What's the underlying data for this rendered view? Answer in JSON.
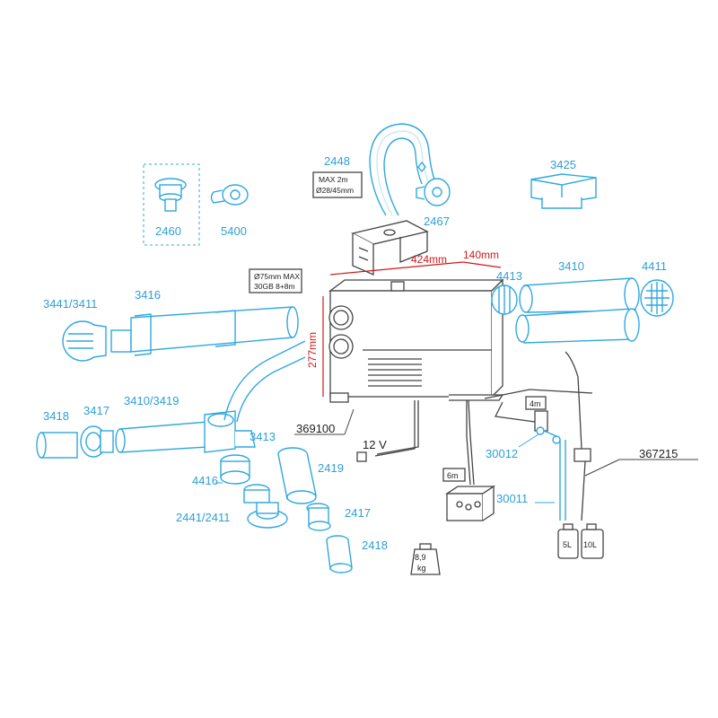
{
  "colors": {
    "part_blue": "#2fa8df",
    "outline_gray": "#444444",
    "dimension_red": "#d0191b"
  },
  "labels": {
    "p2460": "2460",
    "p5400": "5400",
    "p2448": "2448",
    "p2467": "2467",
    "p3425": "3425",
    "p3441_3411": "3441/3411",
    "p3416": "3416",
    "p4413": "4413",
    "p3410": "3410",
    "p4411": "4411",
    "p3418": "3418",
    "p3417": "3417",
    "p3410_3419": "3410/3419",
    "p3413": "3413",
    "p369100": "369100",
    "p4416": "4416",
    "p2419": "2419",
    "p30012": "30012",
    "p367215": "367215",
    "p2441_2411": "2441/2411",
    "p2417": "2417",
    "p30011": "30011",
    "p2418": "2418"
  },
  "info": {
    "max_pipe": "MAX 2m",
    "pipe_diameter": "Ø28/45mm",
    "duct_max": "Ø75mm MAX",
    "duct_config": "30GB 8+8m",
    "voltage": "12 V",
    "panel_cable": "6m",
    "fuel_line": "4m",
    "weight_value": "8,9",
    "weight_unit": "kg",
    "tank_small": "5L",
    "tank_large": "10L"
  },
  "dimensions": {
    "width": "424mm",
    "depth": "140mm",
    "height": "277mm"
  }
}
